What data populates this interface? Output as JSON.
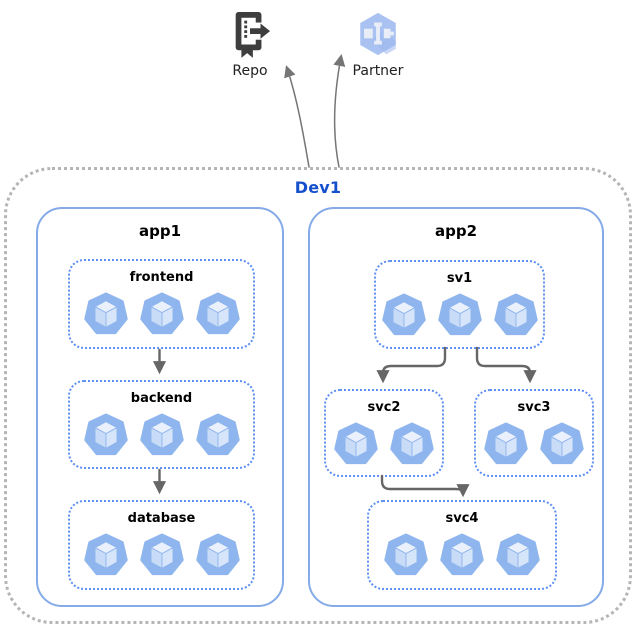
{
  "diagram": {
    "title": "",
    "external_nodes": [
      {
        "id": "repo",
        "label": "Repo",
        "icon": "source-repository-icon"
      },
      {
        "id": "partner",
        "label": "Partner",
        "icon": "partner-interconnect-icon"
      }
    ],
    "cluster": {
      "id": "dev1",
      "label": "Dev1",
      "apps": [
        {
          "id": "app1",
          "label": "app1",
          "services": [
            {
              "id": "frontend",
              "label": "frontend",
              "pods": 3
            },
            {
              "id": "backend",
              "label": "backend",
              "pods": 3
            },
            {
              "id": "database",
              "label": "database",
              "pods": 3
            }
          ]
        },
        {
          "id": "app2",
          "label": "app2",
          "services": [
            {
              "id": "sv1",
              "label": "sv1",
              "pods": 3
            },
            {
              "id": "svc2",
              "label": "svc2",
              "pods": 2
            },
            {
              "id": "svc3",
              "label": "svc3",
              "pods": 2
            },
            {
              "id": "svc4",
              "label": "svc4",
              "pods": 3
            }
          ]
        }
      ]
    },
    "edges": [
      {
        "from": "frontend",
        "to": "backend"
      },
      {
        "from": "backend",
        "to": "database"
      },
      {
        "from": "sv1",
        "to": "svc2"
      },
      {
        "from": "sv1",
        "to": "svc3"
      },
      {
        "from": "svc2",
        "to": "svc4"
      },
      {
        "from": "dev1",
        "to": "repo"
      },
      {
        "from": "dev1",
        "to": "partner"
      }
    ],
    "colors": {
      "cluster_border": "#b5b5b5",
      "cluster_label": "#1550cc",
      "app_border": "#85aae8",
      "service_border": "#5e8ff2",
      "pod_heptagon": "#8fb5ee",
      "pod_cube_light": "#d6e5fa",
      "pod_cube_dark": "#c8dcf7",
      "arrow": "#666666",
      "repo_icon": "#3e3e3e",
      "partner_hexagon": "#a9c2f1",
      "partner_glyph": "#e8edf8",
      "label_text": "#000000",
      "ext_label_text": "#212121"
    }
  }
}
